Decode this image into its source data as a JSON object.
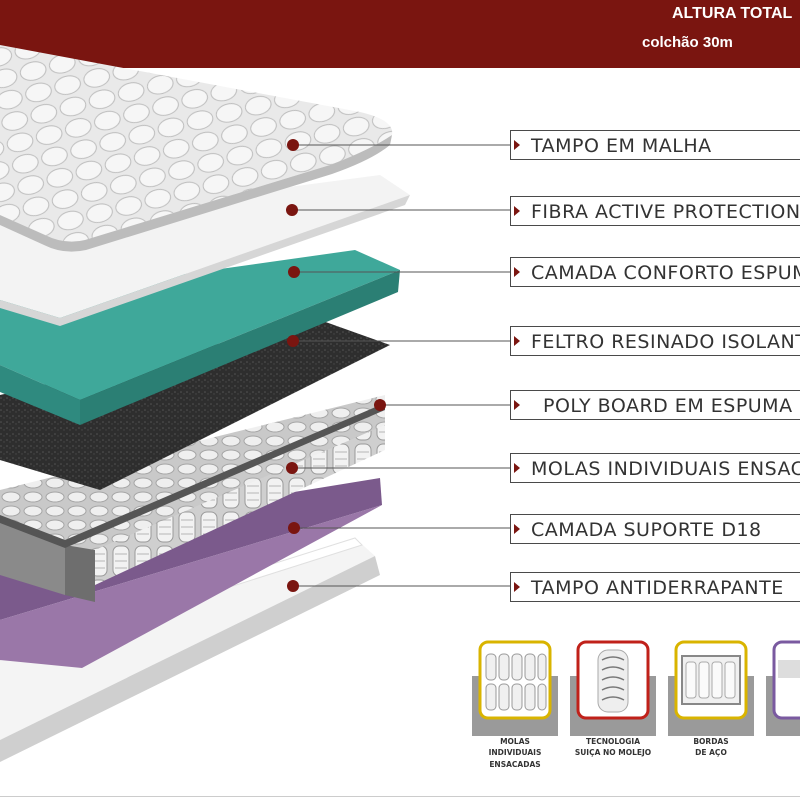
{
  "header": {
    "title": "ALTURA TOTAL",
    "subtitle": "colchão 30m",
    "color": "#7a1510"
  },
  "layers": [
    "TAMPO EM MALHA",
    "FIBRA ACTIVE PROTECTION",
    "CAMADA CONFORTO ESPUMA",
    "FELTRO RESINADO ISOLANTE",
    "POLY BOARD EM ESPUMA D",
    "MOLAS INDIVIDUAIS ENSACA",
    "CAMADA SUPORTE D18",
    "TAMPO ANTIDERRAPANTE"
  ],
  "features": [
    {
      "lines": [
        "MOLAS",
        "INDIVIDUAIS",
        "ENSACADAS"
      ],
      "accent": "#d9b400",
      "icon": "pocket-springs-icon"
    },
    {
      "lines": [
        "TECNOLOGIA",
        "SUIÇA NO MOLEJO"
      ],
      "accent": "#c0211a",
      "icon": "swiss-spring-icon"
    },
    {
      "lines": [
        "BORDAS",
        "DE AÇO"
      ],
      "accent": "#d9b400",
      "icon": "steel-edge-icon"
    },
    {
      "lines": [],
      "accent": "#7a5aa0",
      "icon": "mattress-partial-icon"
    }
  ]
}
